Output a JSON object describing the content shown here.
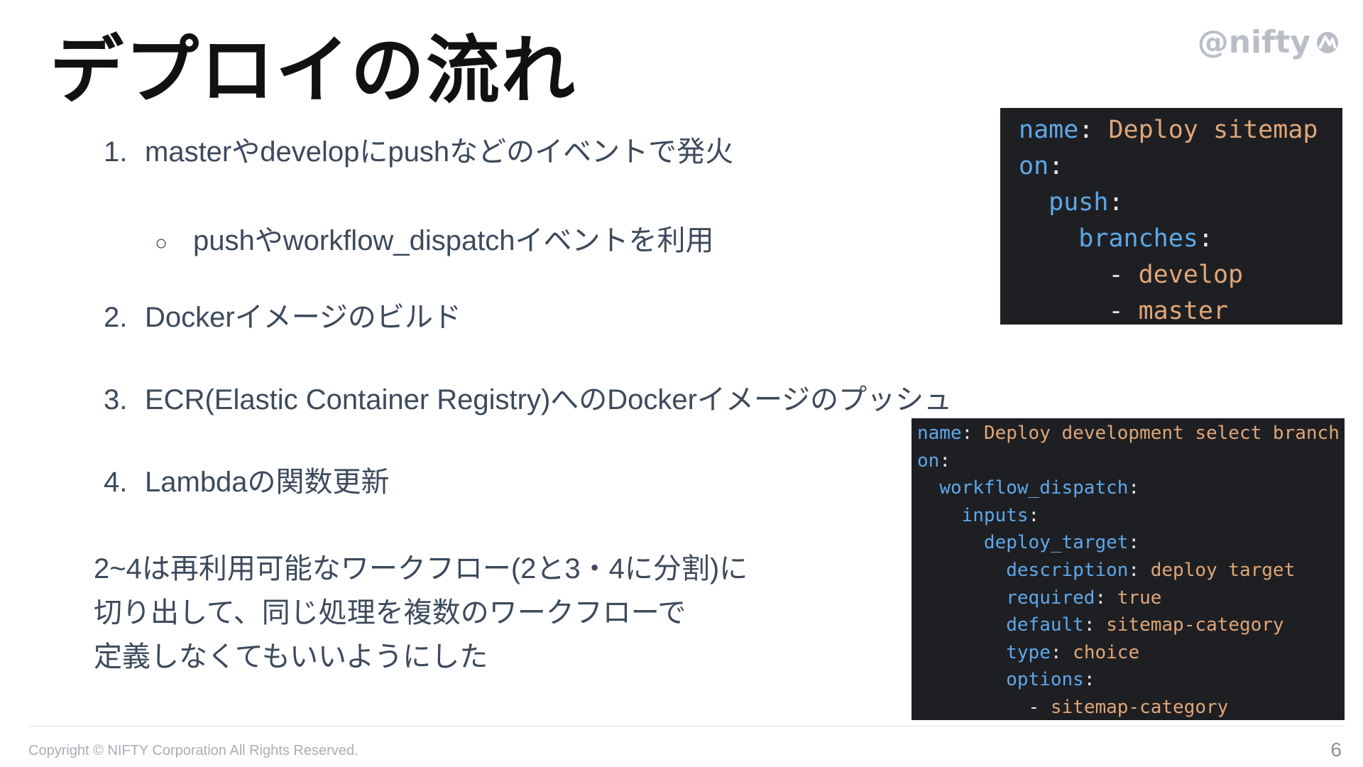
{
  "slide": {
    "title": "デプロイの流れ",
    "logo_text": "@nifty",
    "page_number": "6",
    "copyright": "Copyright © NIFTY Corporation All Rights Reserved."
  },
  "list": {
    "items": [
      {
        "num": "1.",
        "text": "masterやdevelopにpushなどのイベントで発火"
      },
      {
        "num": "2.",
        "text": "Dockerイメージのビルド"
      },
      {
        "num": "3.",
        "text": "ECR(Elastic Container Registry)へのDockerイメージのプッシュ"
      },
      {
        "num": "4.",
        "text": "Lambdaの関数更新"
      }
    ],
    "sub_items": [
      {
        "bullet": "○",
        "text": "pushやworkflow_dispatchイベントを利用"
      }
    ]
  },
  "note": {
    "lines": [
      "2~4は再利用可能なワークフロー(2と3・4に分割)に",
      "切り出して、同じ処理を複数のワークフローで",
      "定義しなくてもいいようにした"
    ]
  },
  "code_push": {
    "lines": [
      {
        "indent": "",
        "key": "name",
        "value": "Deploy sitemap"
      },
      {
        "indent": "",
        "key": "on",
        "value": ""
      },
      {
        "indent": "  ",
        "key": "push",
        "value": ""
      },
      {
        "indent": "    ",
        "key": "branches",
        "value": ""
      },
      {
        "indent": "      ",
        "dash": "- ",
        "value": "develop"
      },
      {
        "indent": "      ",
        "dash": "- ",
        "value": "master"
      }
    ]
  },
  "code_dispatch": {
    "lines": [
      {
        "indent": "",
        "key": "name",
        "value": "Deploy development select branch"
      },
      {
        "indent": "",
        "key": "on",
        "value": ""
      },
      {
        "indent": "  ",
        "key": "workflow_dispatch",
        "value": ""
      },
      {
        "indent": "    ",
        "key": "inputs",
        "value": ""
      },
      {
        "indent": "      ",
        "key": "deploy_target",
        "value": ""
      },
      {
        "indent": "        ",
        "key": "description",
        "value": "deploy target"
      },
      {
        "indent": "        ",
        "key": "required",
        "value": "true"
      },
      {
        "indent": "        ",
        "key": "default",
        "value": "sitemap-category"
      },
      {
        "indent": "        ",
        "key": "type",
        "value": "choice"
      },
      {
        "indent": "        ",
        "key": "options",
        "value": ""
      },
      {
        "indent": "          ",
        "dash": "- ",
        "value": "sitemap-category"
      }
    ]
  },
  "colors": {
    "code_background": "#1e1f22",
    "code_key": "#5ea8ea",
    "code_value": "#e0a678",
    "body_text": "#3c4a5c"
  }
}
